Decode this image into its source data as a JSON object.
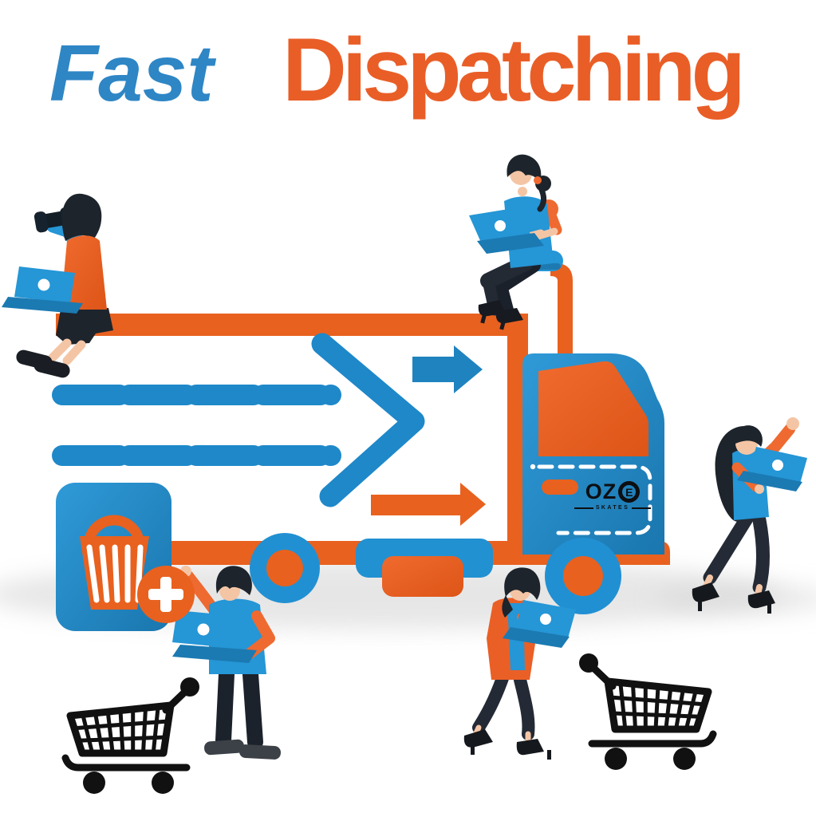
{
  "illustration": {
    "title": {
      "word1": "Fast",
      "word2": "Dispatching",
      "word1_color": "#2e86c5",
      "word2_color": "#e95e27"
    },
    "brand": {
      "name_prefix": "OZ",
      "name_circled": "E",
      "tagline": "SKATES"
    },
    "colors": {
      "background": "#ffffff",
      "blue": "#2191d1",
      "blue_dark": "#1873ad",
      "orange": "#e8611f",
      "black": "#15181c",
      "hair": "#1d242b",
      "skin": "#f4c5a5",
      "shadow": "#c9c9c9"
    },
    "elements": [
      "delivery-truck",
      "truck-cab-with-brand-logo",
      "big-chevron-arrow",
      "speed-dash-lines",
      "small-blue-arrow",
      "small-orange-arrow",
      "shopping-basket-tile",
      "add-to-cart-plus-badge",
      "shopping-cart-left",
      "shopping-cart-right",
      "man-with-binoculars-and-laptop",
      "woman-seated-on-chair-with-laptop",
      "woman-standing-right-with-laptop",
      "man-standing-with-laptop",
      "woman-walking-with-laptop"
    ]
  }
}
